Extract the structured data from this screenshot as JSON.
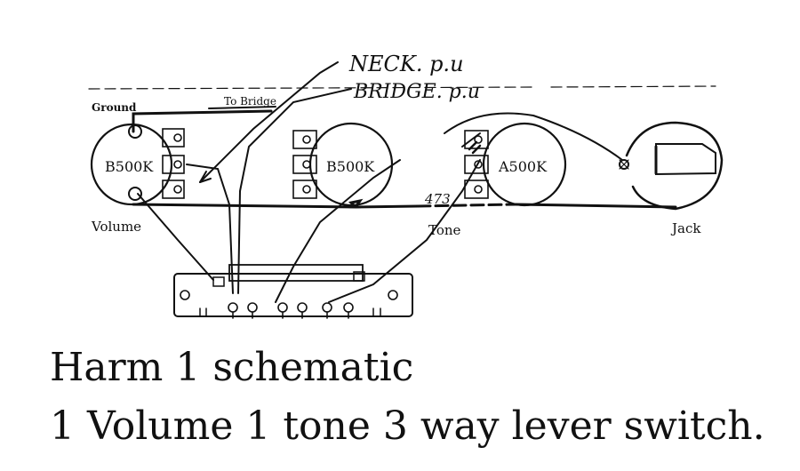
{
  "handwritten": {
    "neck_pickup": "NECK. p.u",
    "bridge_pickup": "BRIDGE. p.u",
    "cap_value": "473"
  },
  "labels": {
    "ground": "Ground",
    "to_bridge": "To Bridge",
    "volume": "Volume",
    "tone": "Tone",
    "jack": "Jack"
  },
  "pots": {
    "volume": "B500K",
    "middle": "B500K",
    "tone": "A500K"
  },
  "caption": {
    "line1": "Harm 1 schematic",
    "line2": "1 Volume 1 tone 3 way lever switch."
  }
}
